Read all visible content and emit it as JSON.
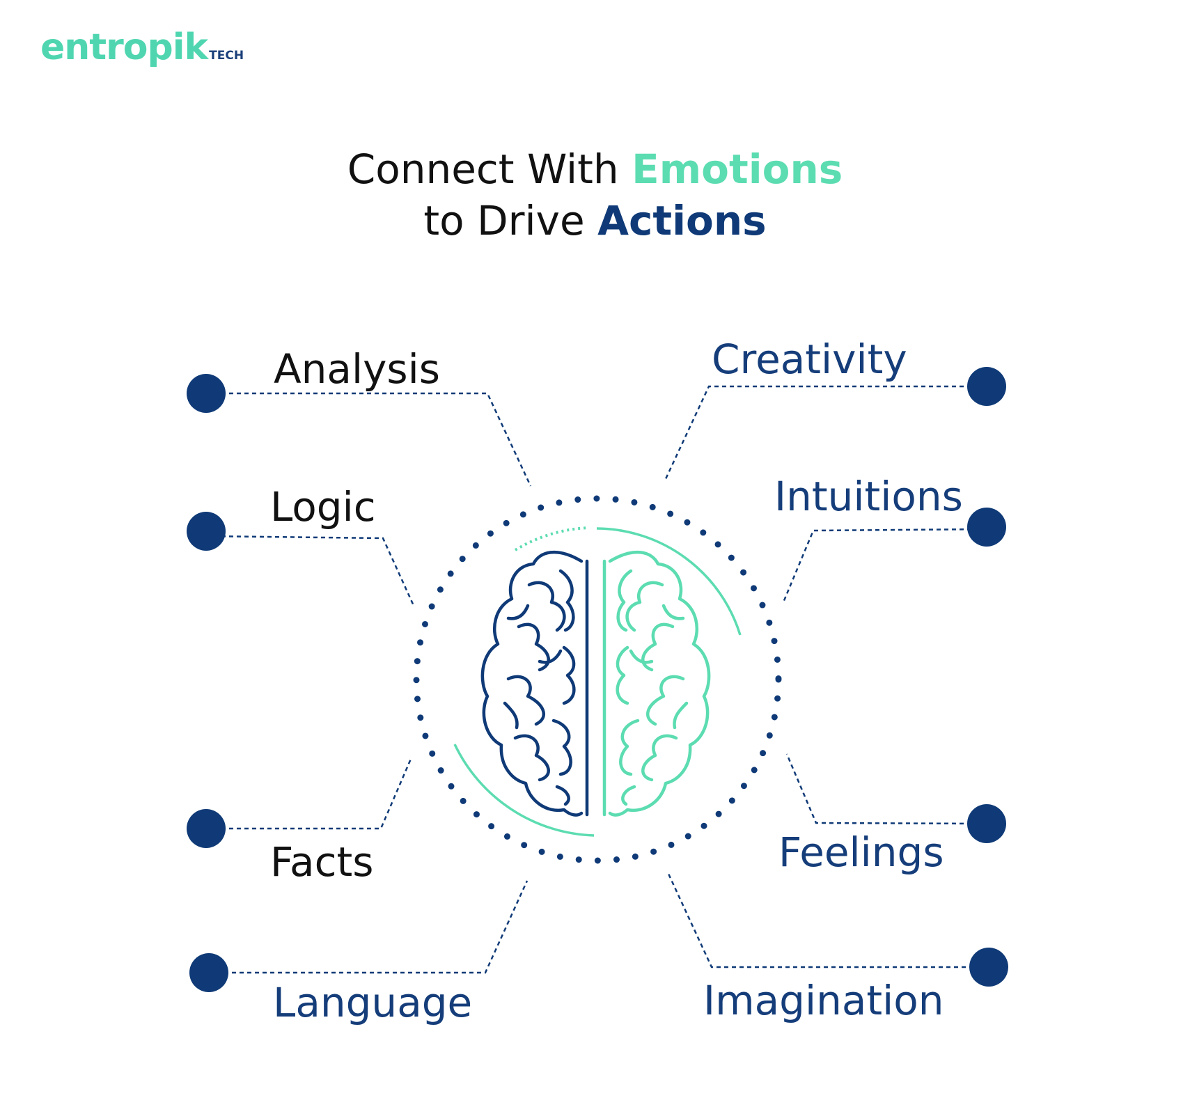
{
  "logo": {
    "name": "entropik",
    "suffix": "TECH"
  },
  "title": {
    "line1_prefix": "Connect With ",
    "line1_highlight": "Emotions",
    "line2_prefix": "to Drive ",
    "line2_highlight": "Actions"
  },
  "left_traits": [
    "Analysis",
    "Logic",
    "Facts",
    "Language"
  ],
  "right_traits": [
    "Creativity",
    "Intuitions",
    "Feelings",
    "Imagination"
  ],
  "colors": {
    "navy": "#0f3a77",
    "green": "#5cdcb1",
    "text": "#111111"
  }
}
